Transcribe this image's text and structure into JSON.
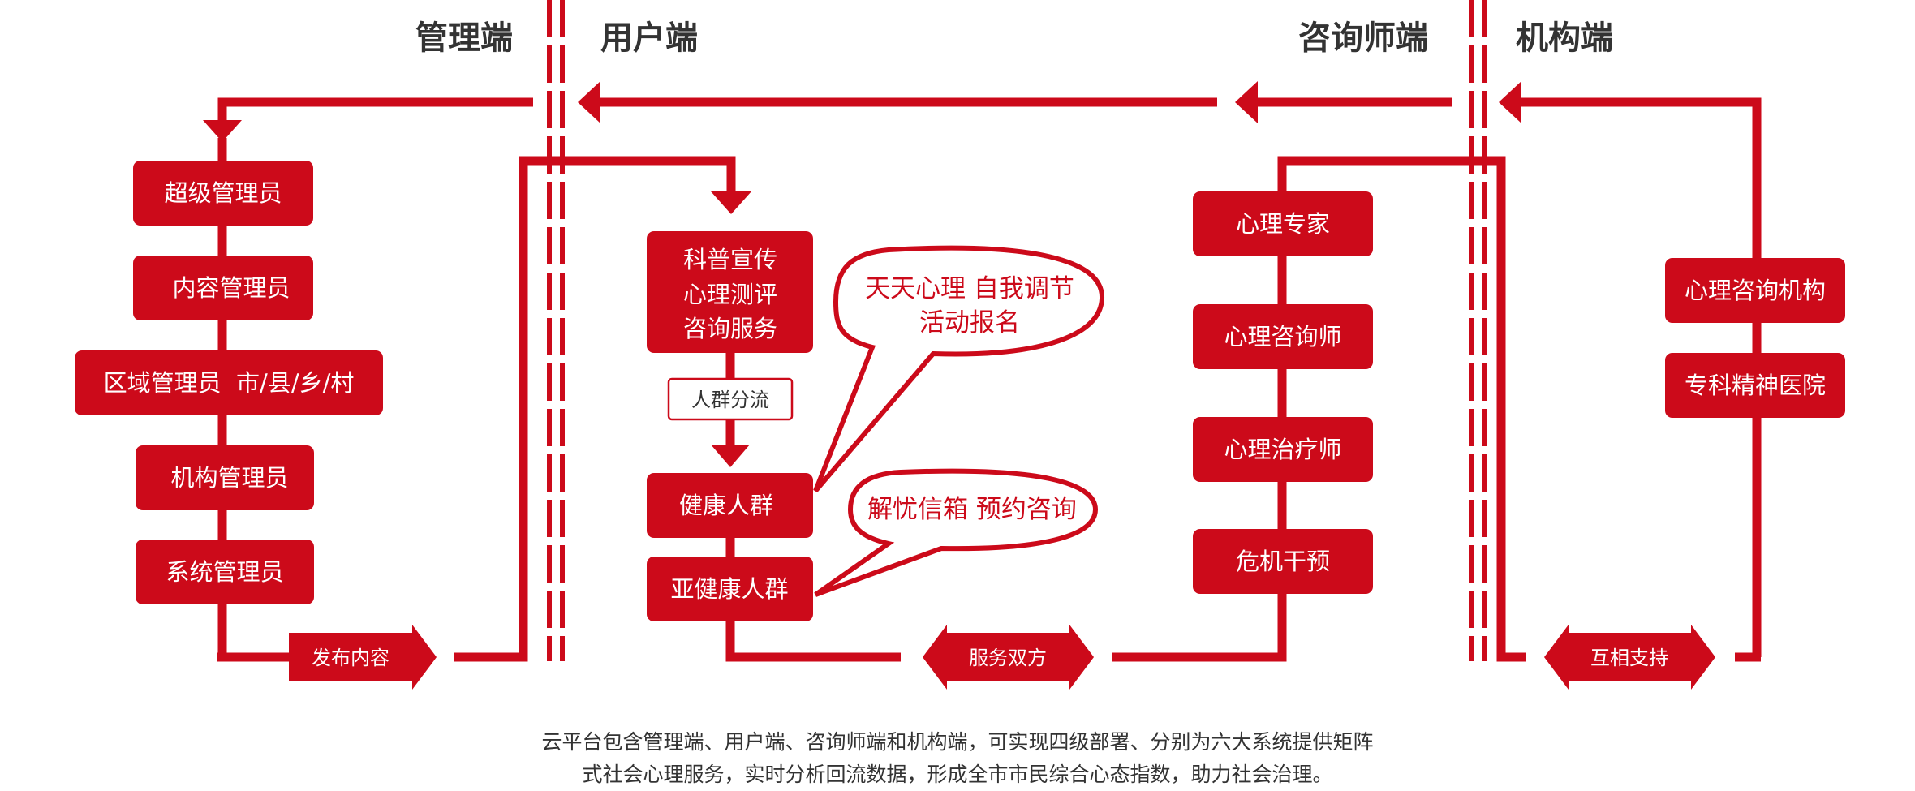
{
  "colors": {
    "accent": "#cc0a1a",
    "text": "#333333",
    "bg": "#ffffff"
  },
  "headers": {
    "admin": "管理端",
    "user": "用户端",
    "consultant": "咨询师端",
    "institution": "机构端"
  },
  "admin_roles": [
    "超级管理员",
    "内容管理员",
    "区域管理员  市/县/乡/村",
    "机构管理员",
    "系统管理员"
  ],
  "user_services": [
    "科普宣传",
    "心理测评",
    "咨询服务"
  ],
  "triage_label": "人群分流",
  "user_groups": [
    "健康人群",
    "亚健康人群"
  ],
  "bubbles": {
    "healthy": [
      "天天心理 自我调节",
      "活动报名"
    ],
    "subhealthy": [
      "解忧信箱 预约咨询"
    ]
  },
  "consultant_roles": [
    "心理专家",
    "心理咨询师",
    "心理治疗师",
    "危机干预"
  ],
  "institution_types": [
    "心理咨询机构",
    "专科精神医院"
  ],
  "links": {
    "publish": "发布内容",
    "service": "服务双方",
    "support": "互相支持"
  },
  "caption": [
    "云平台包含管理端、用户端、咨询师端和机构端，可实现四级部署、分别为六大系统提供矩阵",
    "式社会心理服务，实时分析回流数据，形成全市市民综合心态指数，助力社会治理。"
  ]
}
